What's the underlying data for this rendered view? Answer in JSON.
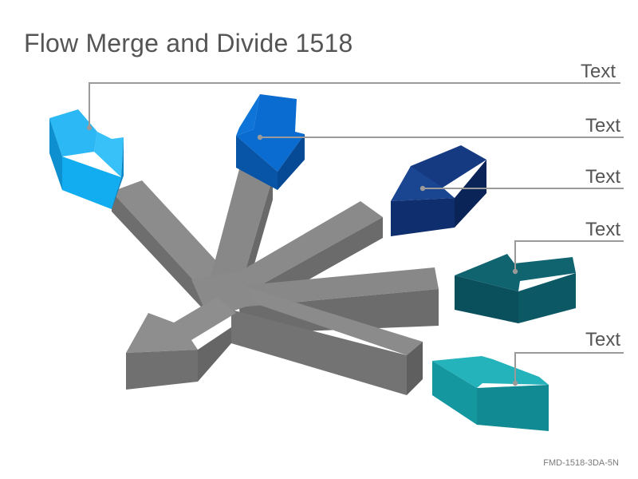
{
  "title": "Flow Merge and Divide 1518",
  "labels": [
    "Text",
    "Text",
    "Text",
    "Text",
    "Text"
  ],
  "footer": "FMD-1518-3DA-5N",
  "colors": {
    "gray_arrow": "#808080",
    "arrow_1": "#12acf0",
    "arrow_2": "#0a63c4",
    "arrow_3": "#0d2c6b",
    "arrow_4": "#0a4f5c",
    "arrow_5": "#1597a0",
    "leader_line": "#9a9a9a"
  }
}
